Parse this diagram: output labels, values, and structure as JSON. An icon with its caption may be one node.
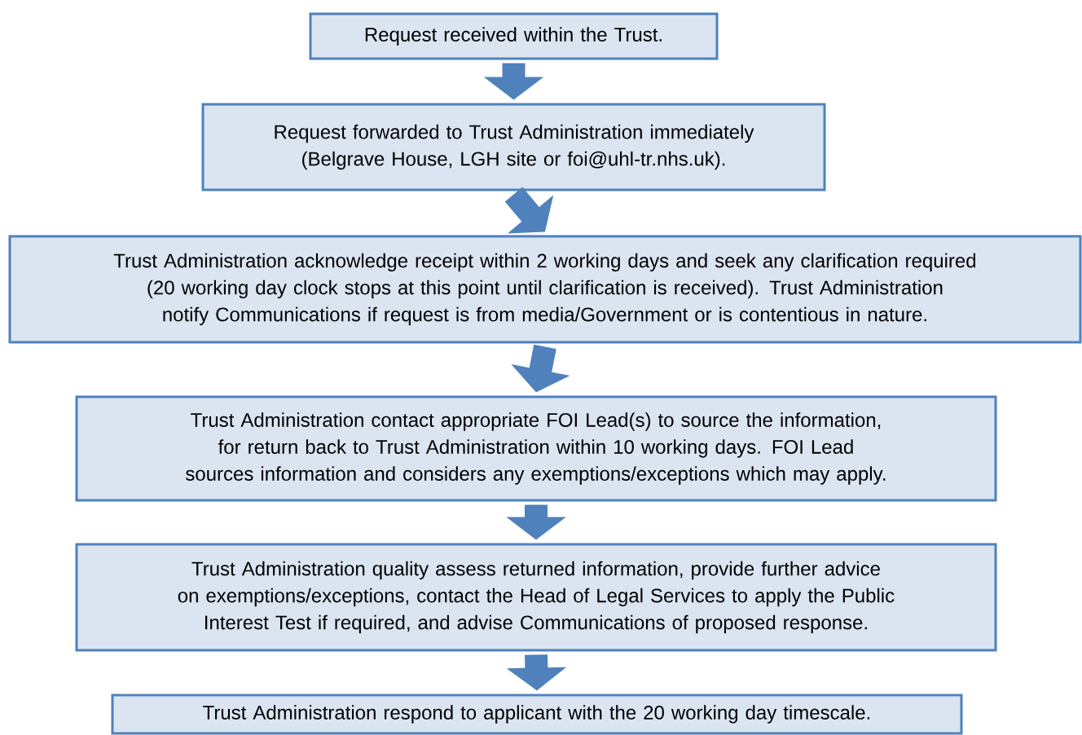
{
  "diagram": {
    "nodes": [
      {
        "text": [
          "Request received within the Trust."
        ]
      },
      {
        "text": [
          "Request forwarded to Trust Administration immediately (Belgrave House, LGH site or foi@uhl-tr.nhs.uk)."
        ]
      },
      {
        "text": [
          "Trust Administration acknowledge receipt within 2 working days and seek any clarification required (20 working day clock stops at this point until clarification is received).  Trust Administration notify Communications if request is from media/Government or is contentious in nature."
        ]
      },
      {
        "text": [
          "Trust Administration contact appropriate FOI Lead(s) to source the information, for return back to Trust Administration within 10 working days.  FOI Lead sources information and considers any exemptions/exceptions which may apply."
        ]
      },
      {
        "text": [
          "Trust Administration quality assess returned information, provide further advice on exemptions/exceptions, contact the Head of Legal Services to apply the Public Interest Test if required, and advise Communications of proposed response."
        ]
      },
      {
        "text": [
          "Trust Administration respond to applicant with the 20 working day timescale."
        ]
      }
    ],
    "edges": [
      {
        "from": 0,
        "to": 1,
        "arrow": "to"
      },
      {
        "from": 1,
        "to": 2,
        "arrow": "to"
      },
      {
        "from": 2,
        "to": 3,
        "arrow": "to"
      },
      {
        "from": 3,
        "to": 4,
        "arrow": "to"
      },
      {
        "from": 4,
        "to": 5,
        "arrow": "to"
      }
    ]
  }
}
